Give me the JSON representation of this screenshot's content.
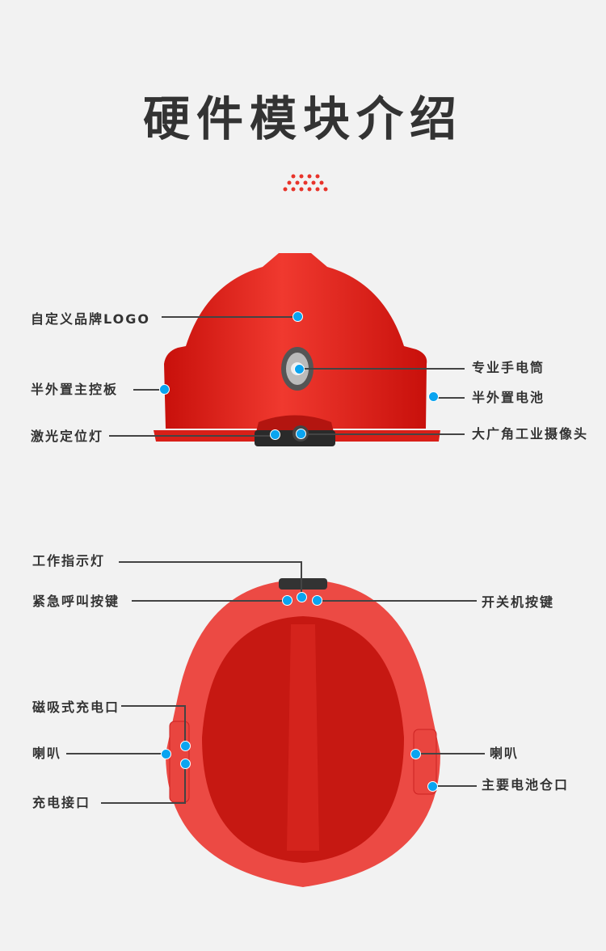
{
  "title": "硬件模块介绍",
  "colors": {
    "accent_dots": "#e8332a",
    "callout_dot": "#0aa4f0",
    "helmet": "#e0231c"
  },
  "front_view": {
    "callouts": {
      "logo": "自定义品牌LOGO",
      "main_board": "半外置主控板",
      "laser_light": "激光定位灯",
      "flashlight": "专业手电筒",
      "battery": "半外置电池",
      "camera": "大广角工业摄像头"
    }
  },
  "bottom_view": {
    "callouts": {
      "work_indicator": "工作指示灯",
      "emergency_button": "紧急呼叫按键",
      "power_button": "开关机按键",
      "magnetic_charge_port": "磁吸式充电口",
      "speaker_left": "喇叭",
      "charge_port": "充电接口",
      "speaker_right": "喇叭",
      "battery_compartment": "主要电池仓口"
    }
  }
}
